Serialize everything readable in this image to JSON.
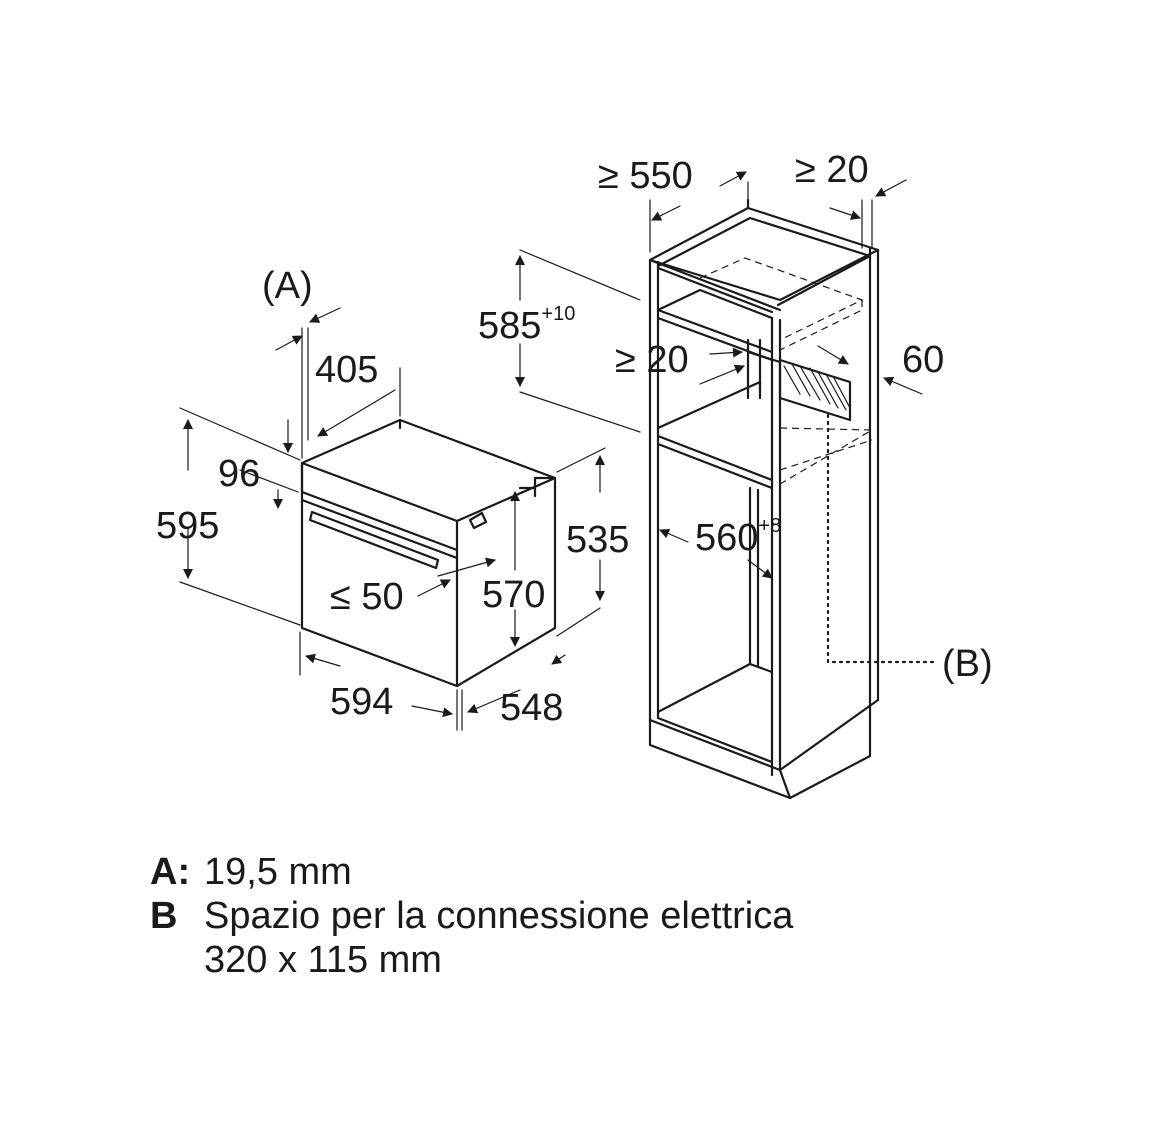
{
  "dimensions": {
    "a_callout": "(A)",
    "d405": "405",
    "d96": "96",
    "d595": "595",
    "d535": "535",
    "d570": "570",
    "d_le50": "≤ 50",
    "d594": "594",
    "d548": "548",
    "d_ge550": "≥ 550",
    "d_ge20_top": "≥ 20",
    "d585": "585",
    "d585_tol": "+10",
    "d_ge20_mid": "≥ 20",
    "d60": "60",
    "d560": "560",
    "d560_tol": "+8",
    "b_callout": "(B)"
  },
  "legend": {
    "a_key": "A:",
    "a_text": "19,5 mm",
    "b_key": "B",
    "b_text_line1": "Spazio per la connessione elettrica",
    "b_text_line2": "320 x 115 mm"
  }
}
